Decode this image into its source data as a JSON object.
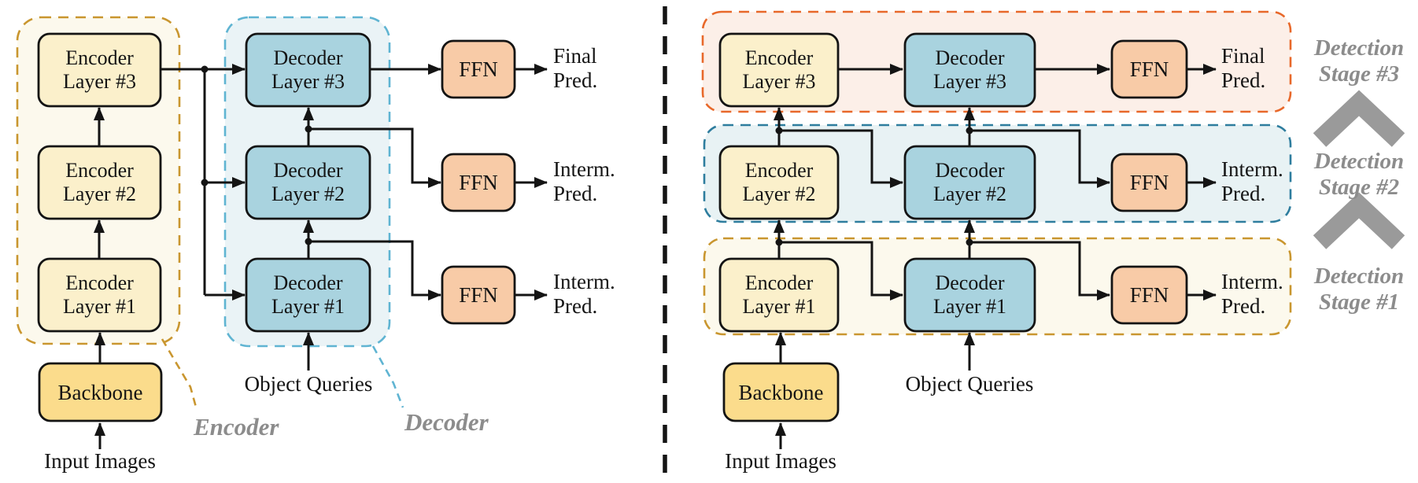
{
  "diagram": {
    "left": {
      "encoder_layers": [
        {
          "line1": "Encoder",
          "line2": "Layer #1"
        },
        {
          "line1": "Encoder",
          "line2": "Layer #2"
        },
        {
          "line1": "Encoder",
          "line2": "Layer #3"
        }
      ],
      "decoder_layers": [
        {
          "line1": "Decoder",
          "line2": "Layer #1"
        },
        {
          "line1": "Decoder",
          "line2": "Layer #2"
        },
        {
          "line1": "Decoder",
          "line2": "Layer #3"
        }
      ],
      "ffn_labels": [
        "FFN",
        "FFN",
        "FFN"
      ],
      "backbone": "Backbone",
      "input_images": "Input Images",
      "object_queries": "Object Queries",
      "predictions": [
        {
          "line1": "Final",
          "line2": "Pred."
        },
        {
          "line1": "Interm.",
          "line2": "Pred."
        },
        {
          "line1": "Interm.",
          "line2": "Pred."
        }
      ],
      "encoder_group_label": "Encoder",
      "decoder_group_label": "Decoder"
    },
    "right": {
      "encoder_layers": [
        {
          "line1": "Encoder",
          "line2": "Layer #1"
        },
        {
          "line1": "Encoder",
          "line2": "Layer #2"
        },
        {
          "line1": "Encoder",
          "line2": "Layer #3"
        }
      ],
      "decoder_layers": [
        {
          "line1": "Decoder",
          "line2": "Layer #1"
        },
        {
          "line1": "Decoder",
          "line2": "Layer #2"
        },
        {
          "line1": "Decoder",
          "line2": "Layer #3"
        }
      ],
      "ffn_labels": [
        "FFN",
        "FFN",
        "FFN"
      ],
      "backbone": "Backbone",
      "input_images": "Input Images",
      "object_queries": "Object Queries",
      "predictions": [
        {
          "line1": "Final",
          "line2": "Pred."
        },
        {
          "line1": "Interm.",
          "line2": "Pred."
        },
        {
          "line1": "Interm.",
          "line2": "Pred."
        }
      ],
      "stage_labels": [
        {
          "line1": "Detection",
          "line2": "Stage #3"
        },
        {
          "line1": "Detection",
          "line2": "Stage #2"
        },
        {
          "line1": "Detection",
          "line2": "Stage #1"
        }
      ]
    },
    "colors": {
      "enc_fill": "#FBF0CB",
      "dec_fill": "#A9D3DF",
      "ffn_fill": "#F8CBA7",
      "backbone_fill": "#FBDC8C",
      "enc_group_fill": "#FCF9ED",
      "enc_group_stroke": "#C9962F",
      "dec_group_fill": "#EAF3F6",
      "dec_group_stroke": "#5FB4D2",
      "stage1_fill": "#FCF9ED",
      "stage1_stroke": "#C9962F",
      "stage2_fill": "#E8F2F4",
      "stage2_stroke": "#2E7D9E",
      "stage3_fill": "#FCEFE8",
      "stage3_stroke": "#E8682A",
      "line": "#141414",
      "gray_label": "#8C8C8C",
      "chevron": "#9A9A9A"
    }
  }
}
